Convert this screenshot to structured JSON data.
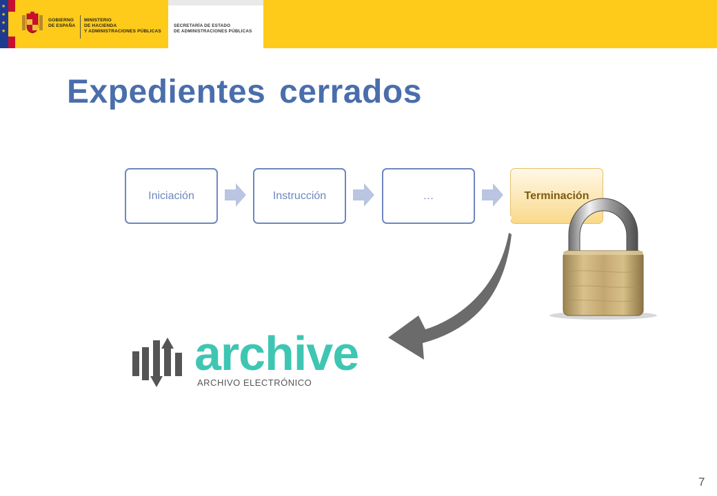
{
  "header": {
    "gobierno_line1": "GOBIERNO",
    "gobierno_line2": "DE ESPAÑA",
    "ministerio_line1": "MINISTERIO",
    "ministerio_line2": "DE HACIENDA",
    "ministerio_line3": "Y ADMINISTRACIONES PÚBLICAS",
    "secretaria_line1": "SECRETARÍA DE ESTADO",
    "secretaria_line2": "DE ADMINISTRACIONES PÚBLICAS"
  },
  "slide": {
    "title": "Expedientes cerrados",
    "page_number": "7"
  },
  "process": {
    "steps": [
      {
        "label": "Iniciación"
      },
      {
        "label": "Instrucción"
      },
      {
        "label": "…"
      },
      {
        "label": "Terminación"
      }
    ]
  },
  "logo": {
    "name": "archive",
    "subtitle": "ARCHIVO ELECTRÓNICO"
  },
  "colors": {
    "banner": "#fecb1a",
    "title": "#4a6eac",
    "step_border": "#6e86bf",
    "arrow": "#b9c5e1",
    "archive": "#3fc6b3"
  }
}
